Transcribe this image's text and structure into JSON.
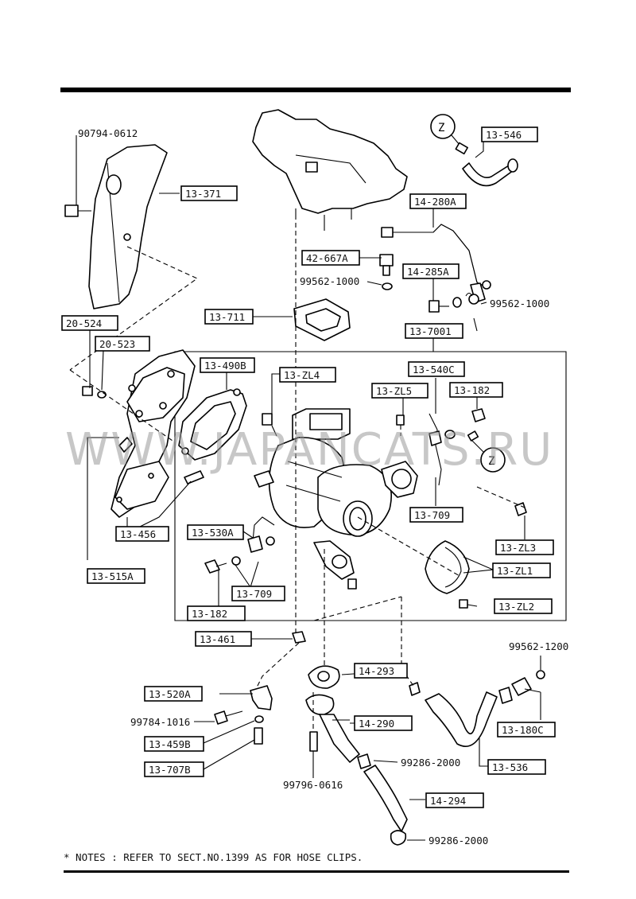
{
  "diagram": {
    "labels": {
      "top_bolt": "90794-0612",
      "shield": "13-371",
      "hose_546": "13-546",
      "circle_z1": "Z",
      "pipe_280a": "14-280A",
      "fit_667a": "42-667A",
      "fit_285a": "14-285A",
      "washer_1000a": "99562-1000",
      "washer_1000b": "99562-1000",
      "gasket_711": "13-711",
      "turbo_7001": "13-7001",
      "nut_524": "20-524",
      "washer_523": "20-523",
      "gasket_490b": "13-490B",
      "bolt_zl4": "13-ZL4",
      "pipe_540c": "13-540C",
      "bolt_zl5": "13-ZL5",
      "bolt_182a": "13-182",
      "circle_z2": "Z",
      "washer_709a": "13-709",
      "stud_456": "13-456",
      "pipe_530a": "13-530A",
      "clip_zl3": "13-ZL3",
      "manifold_515a": "13-515A",
      "plate_zl1": "13-ZL1",
      "washer_709b": "13-709",
      "bolt_zl2": "13-ZL2",
      "bolt_182b": "13-182",
      "nut_461": "13-461",
      "washer_1200": "99562-1200",
      "gasket_293": "14-293",
      "bracket_520a": "13-520A",
      "bolt_1016": "99784-1016",
      "union_180c": "13-180C",
      "pipe_290": "14-290",
      "washer_459b": "13-459B",
      "clip_2000a": "99286-2000",
      "hose_536": "13-536",
      "bolt_707b": "13-707B",
      "bolt_0616": "99796-0616",
      "hose_294": "14-294",
      "clip_2000b": "99286-2000"
    },
    "note": "* NOTES : REFER TO SECT.NO.1399 AS FOR HOSE CLIPS.",
    "watermark": "WWW.JAPANCATS.RU"
  }
}
